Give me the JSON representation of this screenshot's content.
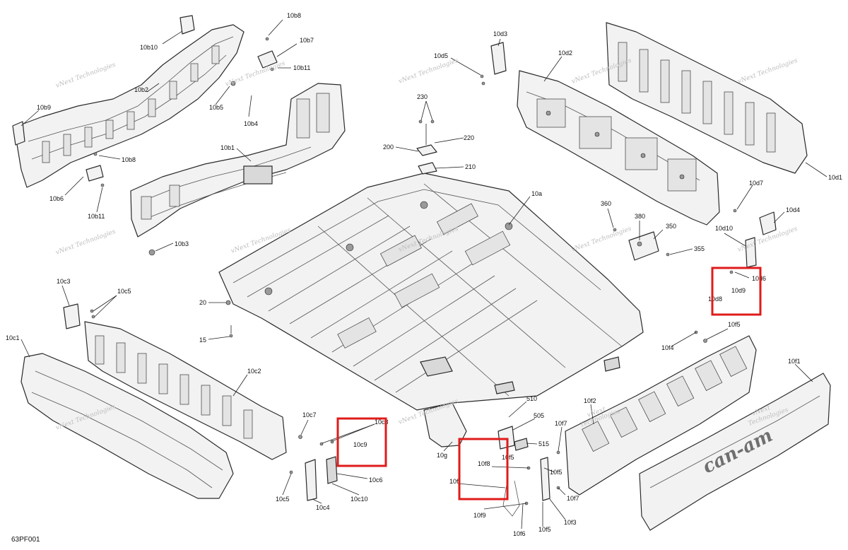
{
  "drawing_code": "63PF001",
  "watermark": {
    "line1": "vNext Technologies",
    "line2_a": "vNext",
    "line2_b": "Technologies"
  },
  "callouts": [
    {
      "id": "10b8",
      "label": "10b8"
    },
    {
      "id": "10b7",
      "label": "10b7"
    },
    {
      "id": "10b10",
      "label": "10b10"
    },
    {
      "id": "10b11-top",
      "label": "10b11"
    },
    {
      "id": "10b2",
      "label": "10b2"
    },
    {
      "id": "10b5",
      "label": "10b5"
    },
    {
      "id": "10b4",
      "label": "10b4"
    },
    {
      "id": "10b9",
      "label": "10b9"
    },
    {
      "id": "10b8-lower",
      "label": "10b8"
    },
    {
      "id": "10b6",
      "label": "10b6"
    },
    {
      "id": "10b11-lower",
      "label": "10b11"
    },
    {
      "id": "10b1",
      "label": "10b1"
    },
    {
      "id": "10b3",
      "label": "10b3"
    },
    {
      "id": "230",
      "label": "230"
    },
    {
      "id": "220",
      "label": "220"
    },
    {
      "id": "200",
      "label": "200"
    },
    {
      "id": "210",
      "label": "210"
    },
    {
      "id": "10a",
      "label": "10a"
    },
    {
      "id": "10d3",
      "label": "10d3"
    },
    {
      "id": "10d5",
      "label": "10d5"
    },
    {
      "id": "10d2",
      "label": "10d2"
    },
    {
      "id": "10d1",
      "label": "10d1"
    },
    {
      "id": "10d7",
      "label": "10d7"
    },
    {
      "id": "10d4",
      "label": "10d4"
    },
    {
      "id": "10d10",
      "label": "10d10"
    },
    {
      "id": "10d6",
      "label": "10d6"
    },
    {
      "id": "10d9",
      "label": "10d9"
    },
    {
      "id": "10d8",
      "label": "10d8"
    },
    {
      "id": "360",
      "label": "360"
    },
    {
      "id": "380",
      "label": "380"
    },
    {
      "id": "350",
      "label": "350"
    },
    {
      "id": "355",
      "label": "355"
    },
    {
      "id": "10c3",
      "label": "10c3"
    },
    {
      "id": "10c5-top",
      "label": "10c5"
    },
    {
      "id": "20",
      "label": "20"
    },
    {
      "id": "15",
      "label": "15"
    },
    {
      "id": "10c1",
      "label": "10c1"
    },
    {
      "id": "10c2",
      "label": "10c2"
    },
    {
      "id": "10c7",
      "label": "10c7"
    },
    {
      "id": "10c8",
      "label": "10c8"
    },
    {
      "id": "10c9",
      "label": "10c9"
    },
    {
      "id": "10c6",
      "label": "10c6"
    },
    {
      "id": "10c5-lower",
      "label": "10c5"
    },
    {
      "id": "10c4",
      "label": "10c4"
    },
    {
      "id": "10c10",
      "label": "10c10"
    },
    {
      "id": "10f5-top",
      "label": "10f5"
    },
    {
      "id": "10f4",
      "label": "10f4"
    },
    {
      "id": "10f1",
      "label": "10f1"
    },
    {
      "id": "10f2",
      "label": "10f2"
    },
    {
      "id": "510",
      "label": "510"
    },
    {
      "id": "505",
      "label": "505"
    },
    {
      "id": "515",
      "label": "515"
    },
    {
      "id": "10g",
      "label": "10g"
    },
    {
      "id": "10f8",
      "label": "10f8"
    },
    {
      "id": "10f5-mid",
      "label": "10f5"
    },
    {
      "id": "10f",
      "label": "10f"
    },
    {
      "id": "10f7-top",
      "label": "10f7"
    },
    {
      "id": "10f5-right",
      "label": "10f5"
    },
    {
      "id": "10f7-lower",
      "label": "10f7"
    },
    {
      "id": "10f9",
      "label": "10f9"
    },
    {
      "id": "10f6",
      "label": "10f6"
    },
    {
      "id": "10f5-bottom",
      "label": "10f5"
    },
    {
      "id": "10f3",
      "label": "10f3"
    }
  ],
  "brand_mark": "can-am",
  "highlights": [
    "10d9",
    "10c9",
    "10f8"
  ],
  "colors": {
    "highlight": "#e01b1b",
    "line": "#2a2a2a",
    "fill": "#f2f2f2",
    "watermark": "#bdbdbd"
  }
}
